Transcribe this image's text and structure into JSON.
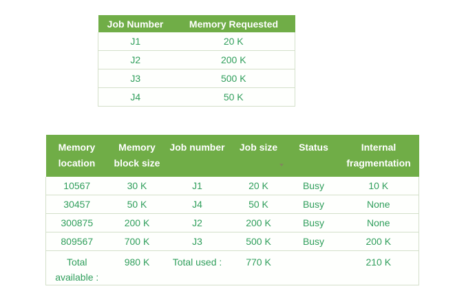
{
  "colors": {
    "header_background": "#70ad47",
    "header_text": "#ffffff",
    "data_text": "#2f9e5b",
    "row_border": "#d3dfc9",
    "page_background": "#ffffff"
  },
  "jobs_table": {
    "headers": [
      "Job Number",
      "Memory Requested"
    ],
    "rows": [
      [
        "J1",
        "20 K"
      ],
      [
        "J2",
        "200 K"
      ],
      [
        "J3",
        "500 K"
      ],
      [
        "J4",
        "50 K"
      ]
    ]
  },
  "memory_table": {
    "headers": [
      "Memory location",
      "Memory block size",
      "Job number",
      "Job size",
      "Status",
      "Internal fragmentation"
    ],
    "rows": [
      [
        "10567",
        "30 K",
        "J1",
        "20 K",
        "Busy",
        "10 K"
      ],
      [
        "30457",
        "50 K",
        "J4",
        "50 K",
        "Busy",
        "None"
      ],
      [
        "300875",
        "200 K",
        "J2",
        "200 K",
        "Busy",
        "None"
      ],
      [
        "809567",
        "700 K",
        "J3",
        "500 K",
        "Busy",
        "200 K"
      ],
      [
        "Total available :",
        "980 K",
        "Total used :",
        "770 K",
        "",
        "210 K"
      ]
    ]
  }
}
